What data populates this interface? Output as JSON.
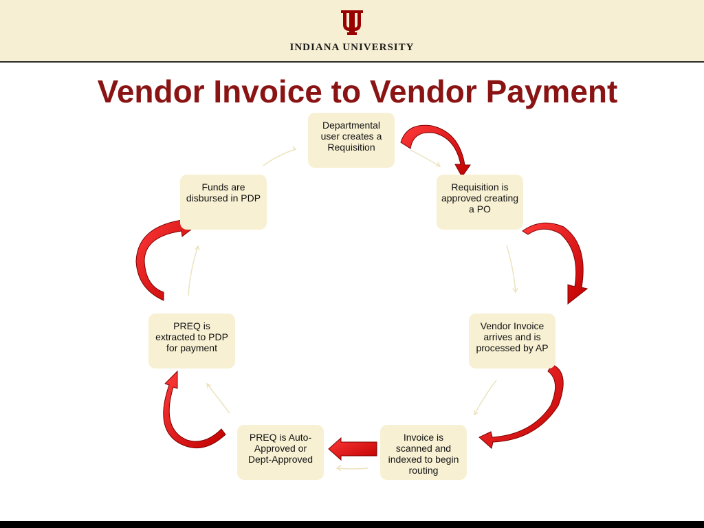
{
  "header": {
    "logo_icon": "iu-trident-icon",
    "university_name": "INDIANA UNIVERSITY",
    "brand_color": "#990000",
    "background": "#f6efd3"
  },
  "title": "Vendor Invoice to Vendor Payment",
  "cycle": {
    "arrow_color": "#e30f0f",
    "step_background": "#f7f0d3",
    "steps": [
      {
        "label": "Departmental user creates a Requisition"
      },
      {
        "label": "Requisition is approved creating a PO"
      },
      {
        "label": "Vendor Invoice arrives and is processed by AP"
      },
      {
        "label": "Invoice is scanned and indexed to begin routing"
      },
      {
        "label": "PREQ is Auto-Approved or Dept-Approved"
      },
      {
        "label": "PREQ is extracted to PDP for payment"
      },
      {
        "label": "Funds are disbursed in PDP"
      }
    ]
  }
}
